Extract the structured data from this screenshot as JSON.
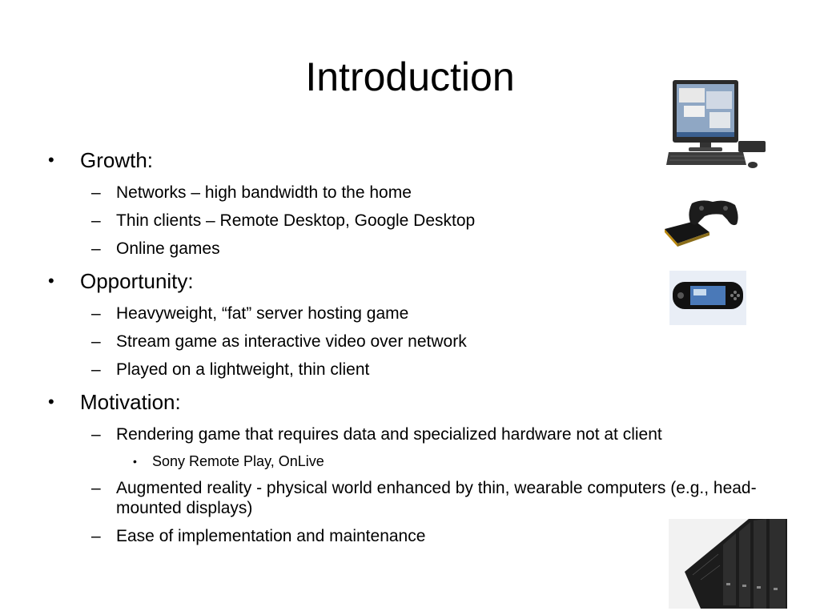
{
  "slide": {
    "title": "Introduction",
    "sections": [
      {
        "heading": "Growth:",
        "items": [
          {
            "text": "Networks – high bandwidth to the home"
          },
          {
            "text": "Thin clients – Remote Desktop, Google Desktop"
          },
          {
            "text": "Online games"
          }
        ]
      },
      {
        "heading": "Opportunity:",
        "items": [
          {
            "text": "Heavyweight, “fat” server hosting game"
          },
          {
            "text": "Stream game as interactive video over network"
          },
          {
            "text": "Played on a lightweight, thin client"
          }
        ]
      },
      {
        "heading": "Motivation:",
        "items": [
          {
            "text": "Rendering game that requires data and specialized hardware not at client",
            "sub": [
              "Sony Remote Play, OnLive"
            ]
          },
          {
            "text": "Augmented reality - physical world enhanced by thin, wearable computers (e.g., head-mounted displays)"
          },
          {
            "text": "Ease of implementation and maintenance"
          }
        ]
      }
    ],
    "markers": {
      "bullet": "•",
      "dash": "–"
    },
    "images": [
      "desktop-computer-image",
      "game-controller-console-image",
      "handheld-console-image",
      "server-rack-image"
    ]
  }
}
